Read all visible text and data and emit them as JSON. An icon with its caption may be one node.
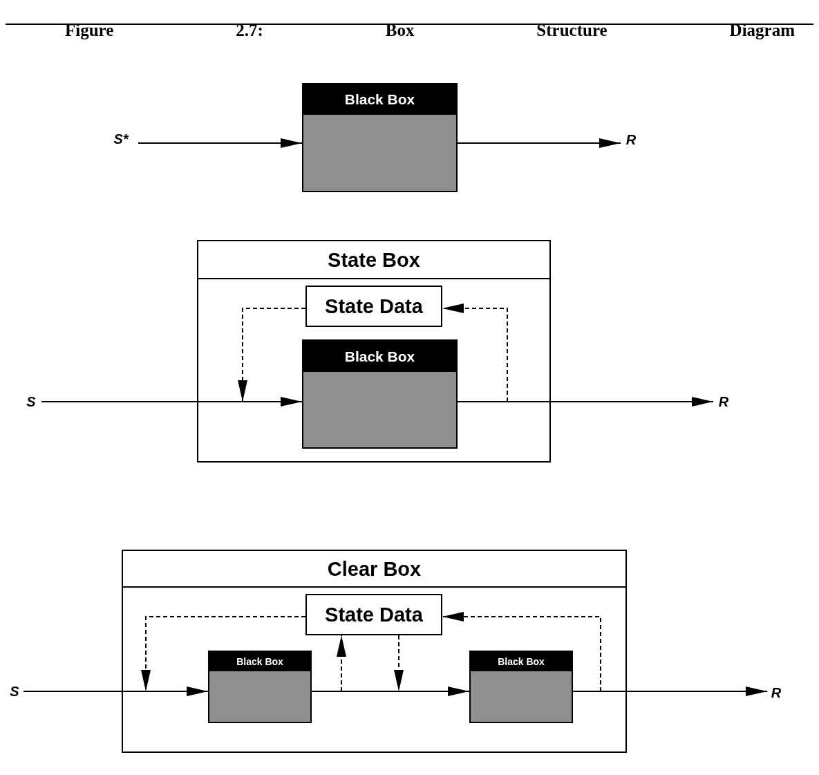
{
  "diagram": {
    "title": "Figure 2.7: Box Structure Diagram",
    "nodes": [
      {
        "text": [
          "S*"
        ]
      },
      {
        "text": [
          "Black Box"
        ]
      },
      {
        "text": [
          "R"
        ]
      },
      {
        "text": [
          "S"
        ]
      },
      {
        "text": [
          "State Box"
        ]
      },
      {
        "text": [
          "State Data"
        ],
        "in": 4
      },
      {
        "text": [
          "Black Box"
        ],
        "in": 4
      },
      {
        "text": [
          "R"
        ]
      },
      {
        "text": [
          "S"
        ]
      },
      {
        "text": [
          "Clear Box"
        ]
      },
      {
        "text": [
          "State Data"
        ],
        "in": 9
      },
      {
        "text": [
          "Black Box"
        ],
        "in": 9
      },
      {
        "text": [
          "Black Box"
        ],
        "in": 9
      },
      {
        "text": [
          "R"
        ]
      }
    ],
    "edges": [
      {
        "from": 0,
        "to": 1,
        "arrow": "to"
      },
      {
        "from": 1,
        "to": 2,
        "arrow": "to"
      },
      {
        "from": 3,
        "to": 6,
        "arrow": "to"
      },
      {
        "from": 6,
        "to": 7,
        "arrow": "to"
      },
      {
        "from": 5,
        "to": null,
        "arrow": "to",
        "style": "dashed"
      },
      {
        "from": null,
        "to": 5,
        "arrow": "to",
        "style": "dashed"
      },
      {
        "from": 8,
        "to": 11,
        "arrow": "to"
      },
      {
        "from": 11,
        "to": 12,
        "arrow": "to"
      },
      {
        "from": 12,
        "to": 13,
        "arrow": "to"
      },
      {
        "from": 10,
        "to": null,
        "arrow": "to",
        "style": "dashed"
      },
      {
        "from": null,
        "to": 10,
        "arrow": "to",
        "style": "dashed"
      },
      {
        "from": 10,
        "to": null,
        "arrow": "to",
        "style": "dashed"
      },
      {
        "from": null,
        "to": 10,
        "arrow": "to",
        "style": "dashed"
      }
    ]
  }
}
